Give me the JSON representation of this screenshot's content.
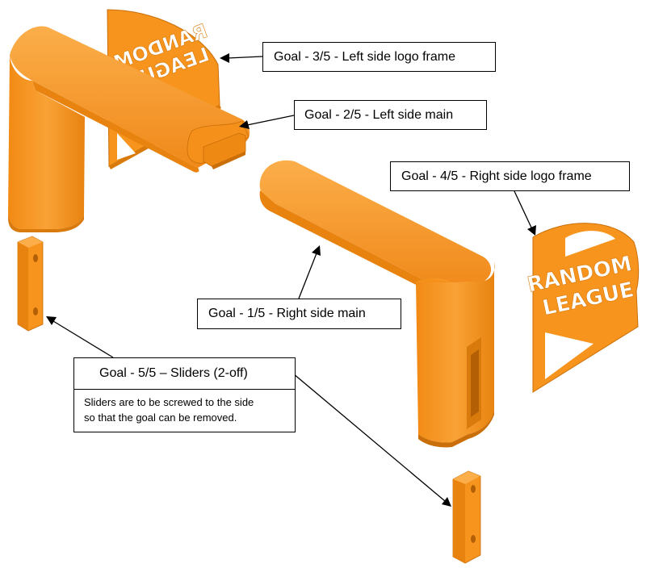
{
  "colors": {
    "part_fill": "#F7941D",
    "part_shade": "#E07E0E",
    "part_dark": "#C96E08",
    "outline": "#000000",
    "background": "#FFFFFF"
  },
  "logo_text": {
    "line1": "RANDOM",
    "line2": "LEAGUE"
  },
  "callouts": {
    "part1": "Goal - 1/5 - Right side main",
    "part2": "Goal - 2/5 - Left side main",
    "part3": "Goal - 3/5 - Left side logo frame",
    "part4": "Goal - 4/5 - Right side logo frame",
    "part5": {
      "title": "Goal - 5/5 – Sliders (2-off)",
      "note_line1": "Sliders are to be screwed to the side",
      "note_line2": "so that the goal can be removed."
    }
  }
}
